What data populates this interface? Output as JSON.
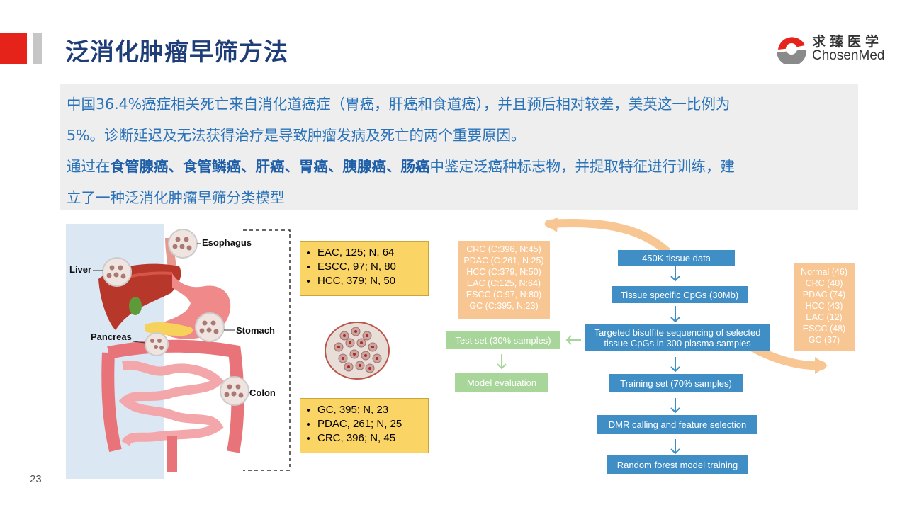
{
  "header": {
    "title": "泛消化肿瘤早筛方法",
    "logo_cn": "求臻医学",
    "logo_en": "ChosenMed"
  },
  "summary": {
    "line1": "中国36.4%癌症相关死亡来自消化道癌症（胃癌，肝癌和食道癌），并且预后相对较差，美英这一比例为",
    "line2": "5%。诊断延迟及无法获得治疗是导致肿瘤发病及死亡的两个重要原因。",
    "line3_prefix": "通过在",
    "line3_bold": "食管腺癌、食管鳞癌、肝癌、胃癌、胰腺癌、肠癌",
    "line3_suffix": "中鉴定泛癌种标志物，并提取特征进行训练，建",
    "line4": "立了一种泛消化肿瘤早筛分类模型"
  },
  "anatomy": {
    "labels": {
      "esophagus": "Esophagus",
      "liver": "Liver",
      "stomach": "Stomach",
      "pancreas": "Pancreas",
      "colon": "Colon"
    }
  },
  "sample_boxes": {
    "top": [
      "EAC, 125; N, 64",
      "ESCC, 97; N, 80",
      "HCC, 379; N, 50"
    ],
    "bottom": [
      "GC, 395; N, 23",
      "PDAC, 261; N, 25",
      "CRC, 396; N, 45"
    ]
  },
  "flowchart": {
    "left_orange": [
      "CRC (C:396, N:45)",
      "PDAC (C:261, N:25)",
      "HCC (C:379, N:50)",
      "EAC (C:125, N:64)",
      "ESCC (C:97, N:80)",
      "GC (C:395, N:23)"
    ],
    "right_orange": [
      "Normal (46)",
      "CRC (40)",
      "PDAC (74)",
      "HCC (43)",
      "EAC (12)",
      "ESCC (48)",
      "GC (37)"
    ],
    "step1": "450K tissue data",
    "step2": "Tissue specific CpGs (30Mb)",
    "step3_line1": "Targeted bisulfite sequencing of selected",
    "step3_line2": "tissue CpGs in 300 plasma samples",
    "step4": "Training set (70% samples)",
    "step5": "DMR calling and feature selection",
    "step6": "Random forest model training",
    "test_set": "Test set (30% samples)",
    "model_eval": "Model evaluation"
  },
  "colors": {
    "accent_red": "#e5231b",
    "title_navy": "#1f3e78",
    "text_blue": "#2b73b9",
    "flow_blue": "#3f8fc6",
    "flow_green": "#a8d69a",
    "flow_orange": "#f8c692",
    "sample_yellow": "#fbd466"
  },
  "page_number": "23"
}
